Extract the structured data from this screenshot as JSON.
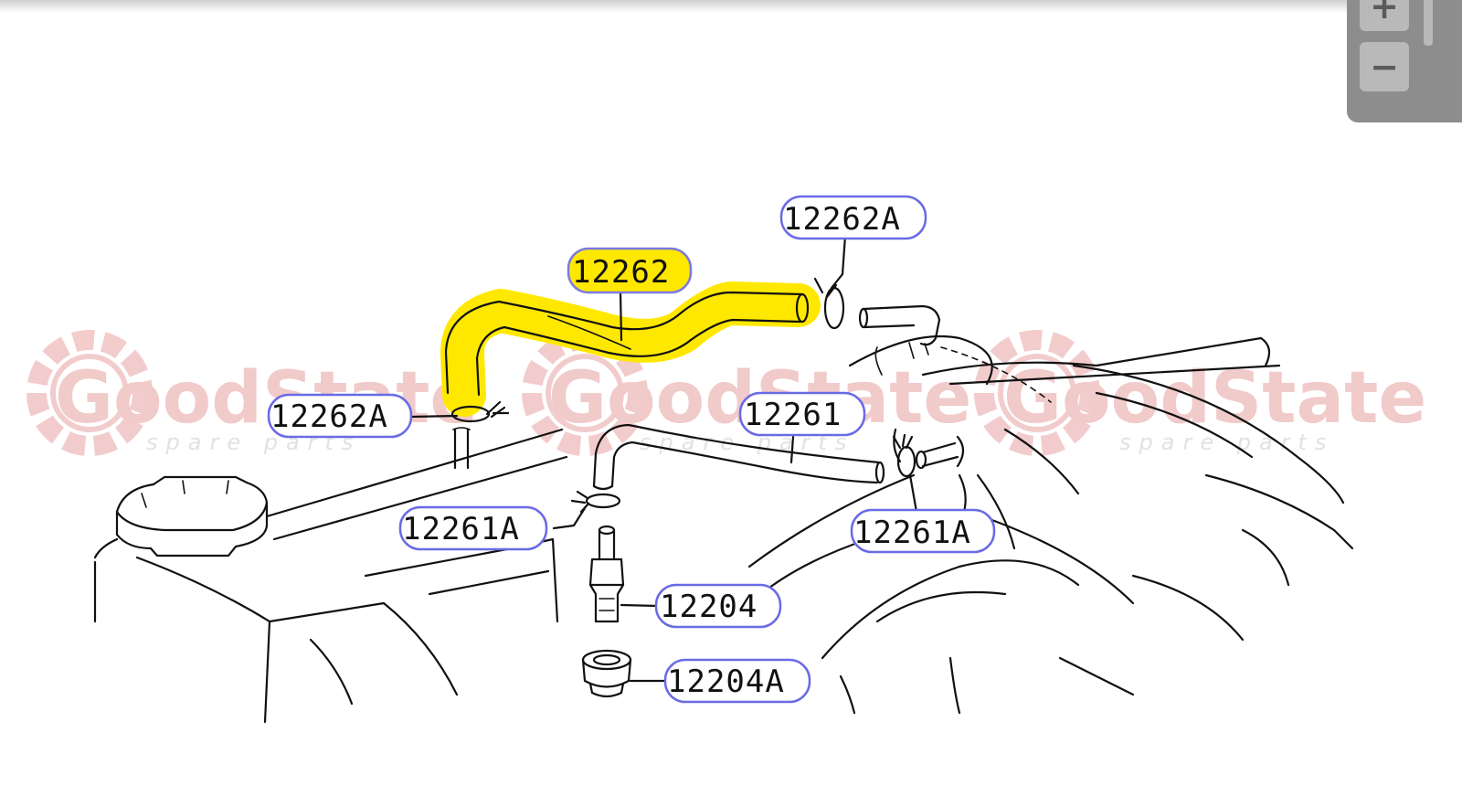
{
  "zoom": {
    "in_label": "+",
    "out_label": "−"
  },
  "watermark": {
    "brand": "GoodState",
    "tagline": "spare parts"
  },
  "parts": {
    "hose_highlighted": "12262",
    "clamp_top": "12262A",
    "clamp_left": "12262A",
    "hose_lower": "12261",
    "clamp_lower_left": "12261A",
    "clamp_lower_right": "12261A",
    "pcv_valve": "12204",
    "grommet": "12204A"
  },
  "colors": {
    "highlight": "#ffe800",
    "pill_border": "#6a6ae6",
    "watermark_gear": "#e9a3a3",
    "watermark_grey": "#c8c8d2"
  }
}
